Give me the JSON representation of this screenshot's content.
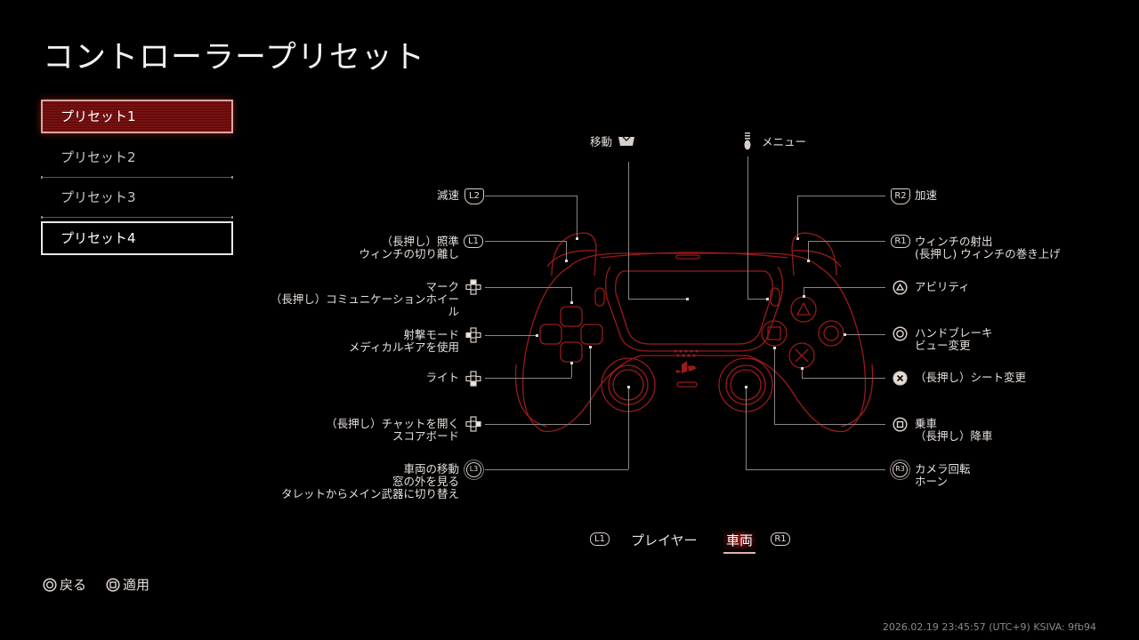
{
  "header": {
    "title": "コントローラープリセット"
  },
  "presets": {
    "items": [
      {
        "label": "プリセット1",
        "state": "selected"
      },
      {
        "label": "プリセット2",
        "state": "normal"
      },
      {
        "label": "プリセット3",
        "state": "normal"
      },
      {
        "label": "プリセット4",
        "state": "focused"
      }
    ]
  },
  "mapping": {
    "top": {
      "touchpad": {
        "label": "移動",
        "icon": "touchpad-icon"
      },
      "options": {
        "label": "メニュー",
        "icon": "options-button-icon"
      }
    },
    "left": [
      {
        "button": "L2",
        "icon": "l2-trigger-icon",
        "lines": [
          "減速"
        ]
      },
      {
        "button": "L1",
        "icon": "l1-button-icon",
        "lines": [
          "（長押し）照準",
          "ウィンチの切り離し"
        ]
      },
      {
        "button": "D-pad Up",
        "icon": "dpad-up-icon",
        "lines": [
          "マーク",
          "（長押し）コミュニケーションホイー",
          "ル"
        ]
      },
      {
        "button": "D-pad Left",
        "icon": "dpad-left-icon",
        "lines": [
          "射撃モード",
          "メディカルギアを使用"
        ]
      },
      {
        "button": "D-pad Down",
        "icon": "dpad-down-icon",
        "lines": [
          "ライト"
        ]
      },
      {
        "button": "D-pad Right",
        "icon": "dpad-right-icon",
        "lines": [
          "（長押し）チャットを開く",
          "スコアボード"
        ]
      },
      {
        "button": "L3",
        "icon": "l3-stick-icon",
        "lines": [
          "車両の移動",
          "窓の外を見る",
          "タレットからメイン武器に切り替え"
        ]
      }
    ],
    "right": [
      {
        "button": "R2",
        "icon": "r2-trigger-icon",
        "lines": [
          "加速"
        ]
      },
      {
        "button": "R1",
        "icon": "r1-button-icon",
        "lines": [
          "ウィンチの射出",
          "(長押し) ウィンチの巻き上げ"
        ]
      },
      {
        "button": "Triangle",
        "icon": "triangle-button-icon",
        "lines": [
          "アビリティ"
        ]
      },
      {
        "button": "Circle",
        "icon": "circle-button-icon",
        "lines": [
          "ハンドブレーキ",
          "ビュー変更"
        ]
      },
      {
        "button": "Cross",
        "icon": "cross-button-icon",
        "lines": [
          "（長押し）シート変更"
        ]
      },
      {
        "button": "Square",
        "icon": "square-button-icon",
        "lines": [
          "乗車",
          "（長押し）降車"
        ]
      },
      {
        "button": "R3",
        "icon": "r3-stick-icon",
        "lines": [
          "カメラ回転",
          "ホーン"
        ]
      }
    ]
  },
  "tabs": {
    "prev_hint": "L1",
    "next_hint": "R1",
    "items": [
      {
        "label": "プレイヤー",
        "active": false
      },
      {
        "label": "車両",
        "active": true
      }
    ]
  },
  "footer": {
    "back": {
      "icon": "circle-button-icon",
      "label": "戻る"
    },
    "apply": {
      "icon": "square-button-icon",
      "label": "適用"
    }
  },
  "build_info": "2026.02.19 23:45:57 (UTC+9) KSIVA: 9fb94",
  "colors": {
    "background": "#000000",
    "accent_red": "#8c1414",
    "controller_outline": "#a01818",
    "text": "#e8e2de",
    "connector_line": "#8a8684"
  }
}
